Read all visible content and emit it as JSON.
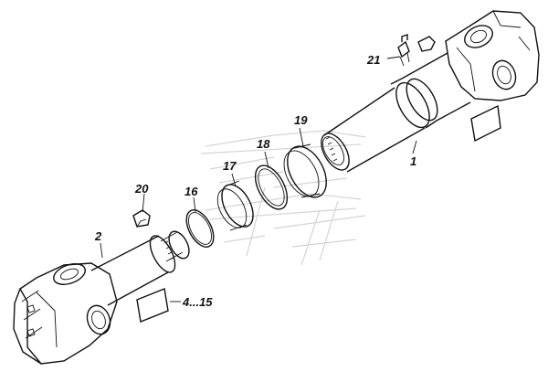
{
  "diagram": {
    "callouts": [
      {
        "id": "c1",
        "label": "1"
      },
      {
        "id": "c2",
        "label": "2"
      },
      {
        "id": "c4-15",
        "label": "4...15"
      },
      {
        "id": "c16",
        "label": "16"
      },
      {
        "id": "c17",
        "label": "17"
      },
      {
        "id": "c18",
        "label": "18"
      },
      {
        "id": "c19",
        "label": "19"
      },
      {
        "id": "c20",
        "label": "20"
      },
      {
        "id": "c21",
        "label": "21"
      }
    ]
  },
  "colors": {
    "line": "#111111",
    "background": "#ffffff",
    "watermark": "#d4d4d4"
  }
}
